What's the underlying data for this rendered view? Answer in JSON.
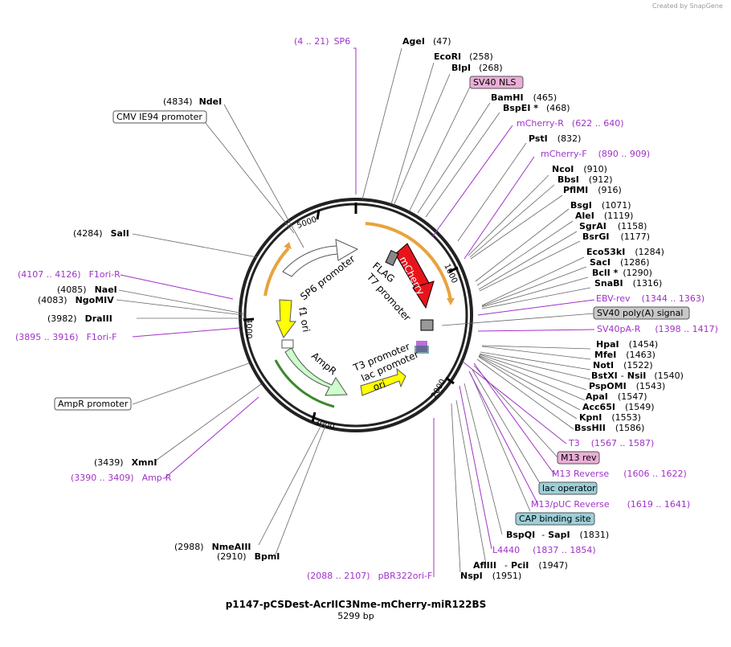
{
  "credit": "Created by SnapGene",
  "title": "p1147-pCSDest-AcrIIC3Nme-mCherry-miR122BS",
  "size": "5299 bp",
  "ticks": [
    "5000",
    "1000",
    "2000",
    "3000",
    "4000"
  ],
  "sites": [
    {
      "pos": "(4 .. 21)",
      "name": "SP6"
    },
    {
      "name": "AgeI",
      "pos": "(47)"
    },
    {
      "name": "EcoRI",
      "pos": "(258)"
    },
    {
      "name": "BlpI",
      "pos": "(268)"
    },
    {
      "name": "SV40 NLS"
    },
    {
      "name": "BamHI",
      "pos": "(465)"
    },
    {
      "name": "BspEI *",
      "pos": "(468)"
    },
    {
      "name": "mCherry-R",
      "pos": "(622 .. 640)"
    },
    {
      "name": "PstI",
      "pos": "(832)"
    },
    {
      "name": "mCherry-F",
      "pos": "(890 .. 909)"
    },
    {
      "name": "NcoI",
      "pos": "(910)"
    },
    {
      "name": "BbsI",
      "pos": "(912)"
    },
    {
      "name": "PflMI",
      "pos": "(916)"
    },
    {
      "name": "BsgI",
      "pos": "(1071)"
    },
    {
      "name": "AleI",
      "pos": "(1119)"
    },
    {
      "name": "SgrAI",
      "pos": "(1158)"
    },
    {
      "name": "BsrGI",
      "pos": "(1177)"
    },
    {
      "name": "Eco53kI",
      "pos": "(1284)"
    },
    {
      "name": "SacI",
      "pos": "(1286)"
    },
    {
      "name": "BclI *",
      "pos": "(1290)"
    },
    {
      "name": "SnaBI",
      "pos": "(1316)"
    },
    {
      "name": "EBV-rev",
      "pos": "(1344 .. 1363)"
    },
    {
      "name": "SV40 poly(A) signal"
    },
    {
      "name": "SV40pA-R",
      "pos": "(1398 .. 1417)"
    },
    {
      "name": "HpaI",
      "pos": "(1454)"
    },
    {
      "name": "MfeI",
      "pos": "(1463)"
    },
    {
      "name": "NotI",
      "pos": "(1522)"
    },
    {
      "name": "BstXI",
      "sep": "-",
      "name2": "NsiI",
      "pos": "(1540)"
    },
    {
      "name": "PspOMI",
      "pos": "(1543)"
    },
    {
      "name": "ApaI",
      "pos": "(1547)"
    },
    {
      "name": "Acc65I",
      "pos": "(1549)"
    },
    {
      "name": "KpnI",
      "pos": "(1553)"
    },
    {
      "name": "BssHII",
      "pos": "(1586)"
    },
    {
      "name": "T3",
      "pos": "(1567 .. 1587)"
    },
    {
      "name": "M13 rev"
    },
    {
      "name": "M13 Reverse",
      "pos": "(1606 .. 1622)"
    },
    {
      "name": "lac operator"
    },
    {
      "name": "M13/pUC Reverse",
      "pos": "(1619 .. 1641)"
    },
    {
      "name": "CAP binding site"
    },
    {
      "name": "BspQI",
      "sep": "-",
      "name2": "SapI",
      "pos": "(1831)"
    },
    {
      "name": "L4440",
      "pos": "(1837 .. 1854)"
    },
    {
      "name": "AflIII",
      "sep": "-",
      "name2": "PciI",
      "pos": "(1947)"
    },
    {
      "pos": "(2088 .. 2107)",
      "name": "pBR322ori-F"
    },
    {
      "name": "NspI",
      "pos": "(1951)"
    },
    {
      "pos": "(4834)",
      "name": "NdeI"
    },
    {
      "name": "CMV IE94 promoter"
    },
    {
      "pos": "(4284)",
      "name": "SalI"
    },
    {
      "pos": "(4107 .. 4126)",
      "name": "F1ori-R"
    },
    {
      "pos": "(4085)",
      "name": "NaeI"
    },
    {
      "pos": "(4083)",
      "name": "NgoMIV"
    },
    {
      "pos": "(3982)",
      "name": "DraIII"
    },
    {
      "pos": "(3895 .. 3916)",
      "name": "F1ori-F"
    },
    {
      "name": "AmpR promoter"
    },
    {
      "pos": "(3439)",
      "name": "XmnI"
    },
    {
      "pos": "(3390 .. 3409)",
      "name": "Amp-R"
    },
    {
      "pos": "(2988)",
      "name": "NmeAIII"
    },
    {
      "pos": "(2910)",
      "name": "BpmI"
    }
  ],
  "features": [
    {
      "name": "mCherry",
      "color": "#e8141c"
    },
    {
      "name": "FLAG"
    },
    {
      "name": "T7 promoter"
    },
    {
      "name": "SP6 promoter"
    },
    {
      "name": "f1 ori",
      "color": "#ffff00"
    },
    {
      "name": "AmpR",
      "color": "#ccffcc"
    },
    {
      "name": "T3 promoter"
    },
    {
      "name": "lac promoter"
    },
    {
      "name": "ori",
      "color": "#ffff00"
    }
  ],
  "colors": {
    "primer": "#a032c8",
    "nls_box": "#eaaed7",
    "gray_box": "#c8c8c8",
    "blue_box": "#9cd0d8",
    "orf_arc": "#e7a33e"
  }
}
